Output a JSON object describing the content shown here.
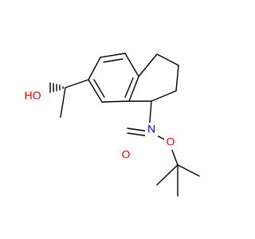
{
  "molecule": {
    "atom_labels": {
      "hydroxyl": "HO",
      "ring_nitrogen": "N",
      "carbonyl_oxygen": "O",
      "ester_oxygen": "O"
    },
    "colors": {
      "bond": "#000000",
      "oxygen": "#ff0000",
      "nitrogen": "#0000ff"
    }
  }
}
